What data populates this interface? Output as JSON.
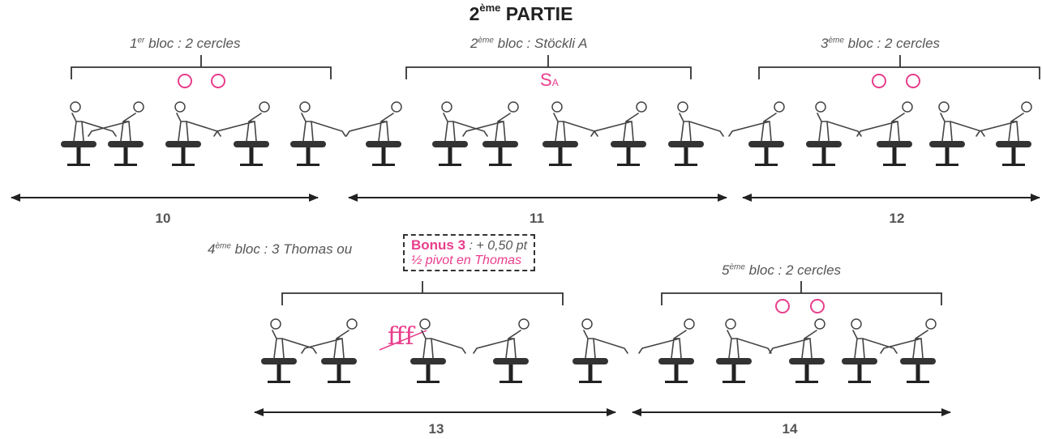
{
  "title": {
    "number": "2",
    "sup": "ème",
    "text": "PARTIE"
  },
  "blocs": [
    {
      "prefix": "1",
      "sup": "er",
      "text": " bloc : 2 cercles",
      "number": "10"
    },
    {
      "prefix": "2",
      "sup": "ème",
      "text": " bloc : Stöckli A",
      "symbol": "S",
      "symbol_sub": "A",
      "number": "11"
    },
    {
      "prefix": "3",
      "sup": "ème",
      "text": " bloc : 2 cercles",
      "number": "12"
    },
    {
      "prefix": "4",
      "sup": "ème",
      "text": " bloc : 3 Thomas ou",
      "number": "13"
    },
    {
      "prefix": "5",
      "sup": "ème",
      "text": " bloc : 2 cercles",
      "number": "14"
    }
  ],
  "bonus": {
    "label": "Bonus 3",
    "value": " : + 0,50 pt",
    "detail": "½ pivot en Thomas"
  },
  "annotation": "fff",
  "colors": {
    "accent": "#e83e8c",
    "text": "#555555",
    "figure": "#333333"
  }
}
